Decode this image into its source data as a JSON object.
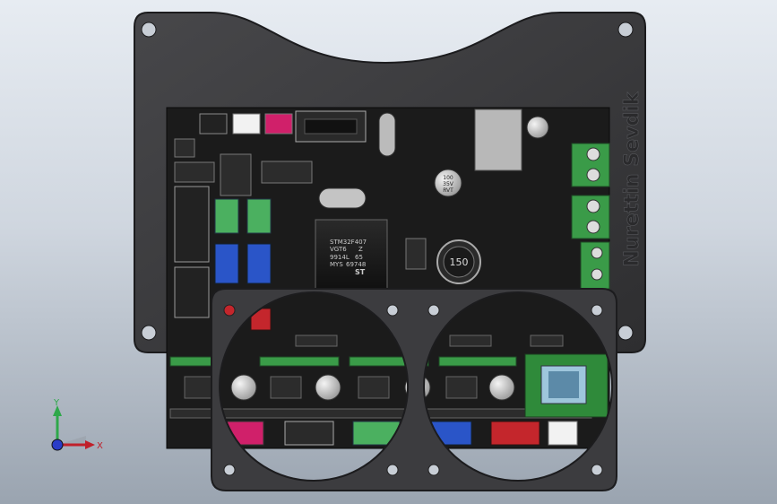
{
  "model": {
    "plate_text": "Nurettin Sevdik",
    "mcu_label": {
      "line1": "STM32F407",
      "line2": "VGT6",
      "line2b": "Z",
      "line3": "9914L",
      "line3b": "65",
      "line4": "MYS",
      "line4b": "69748",
      "logo": "ST"
    },
    "inductor_label": "150",
    "capacitor_label": {
      "line1": "100",
      "line2": "35V",
      "line3": "RVT"
    }
  },
  "triad": {
    "y_label": "Y",
    "x_label": "X"
  },
  "colors": {
    "background_top": "#e7ecf2",
    "background_bottom": "#9aa4b0",
    "plate": "#3a3a3c",
    "pcb": "#1b1b1b",
    "terminal_green": "#3a9b48",
    "connector_pink": "#d0206a",
    "connector_blue": "#2a55c8",
    "connector_green": "#4bb060",
    "connector_red": "#c4262c",
    "connector_white": "#f2f2f2",
    "axis_x": "#c0202a",
    "axis_y": "#2ea84a",
    "axis_z": "#2a3cc8"
  }
}
